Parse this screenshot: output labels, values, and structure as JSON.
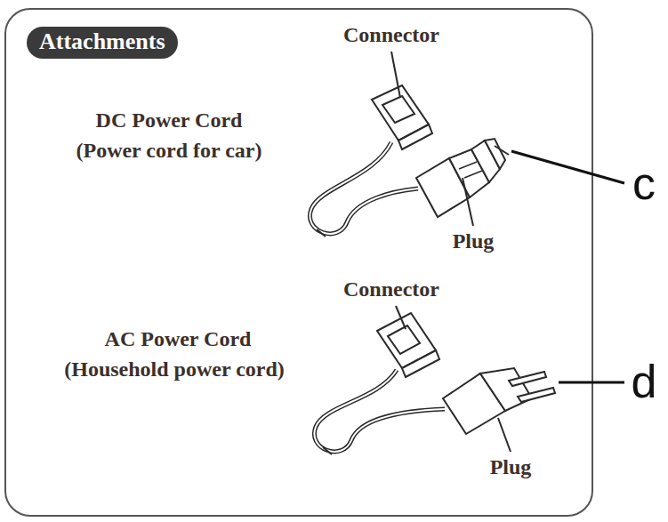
{
  "diagram": {
    "title": "Attachments",
    "labels": [
      "Connector",
      "DC Power Cord",
      "(Power cord for car)",
      "Plug",
      "Connector",
      "AC Power Cord",
      "(Household power cord)",
      "Plug",
      "c",
      "d"
    ]
  }
}
